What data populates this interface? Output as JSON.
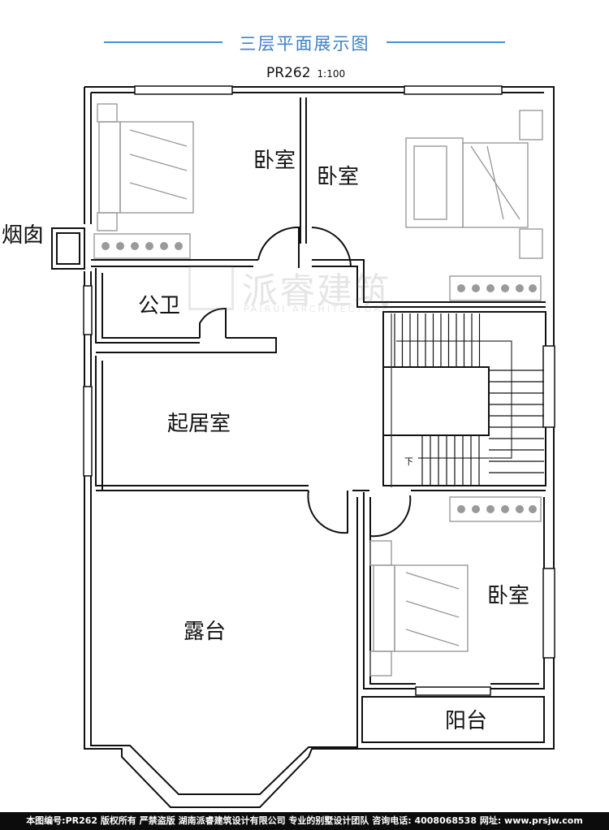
{
  "header": {
    "title": "三层平面展示图",
    "code": "PR262",
    "scale": "1:100"
  },
  "rooms": {
    "bedroom_nw": "卧室",
    "bedroom_ne": "卧室",
    "bathroom": "公卫",
    "living": "起居室",
    "terrace": "露台",
    "bedroom_se": "卧室",
    "balcony": "阳台",
    "chimney": "烟囱",
    "stair_down": "下"
  },
  "watermark": {
    "name": "派睿建筑",
    "sub": "PAIRUI ARCHITECTURE"
  },
  "footer": {
    "text": "本图编号:PR262 版权所有 严禁盗版 湖南派睿建筑设计有限公司 专业的别墅设计团队 咨询电话: 4008068538 网址: www.prsjw.com"
  },
  "colors": {
    "title": "#3f82c7",
    "wall": "#111111",
    "furniture": "#9a9a9a",
    "footer_bg": "#0c0c0c"
  }
}
